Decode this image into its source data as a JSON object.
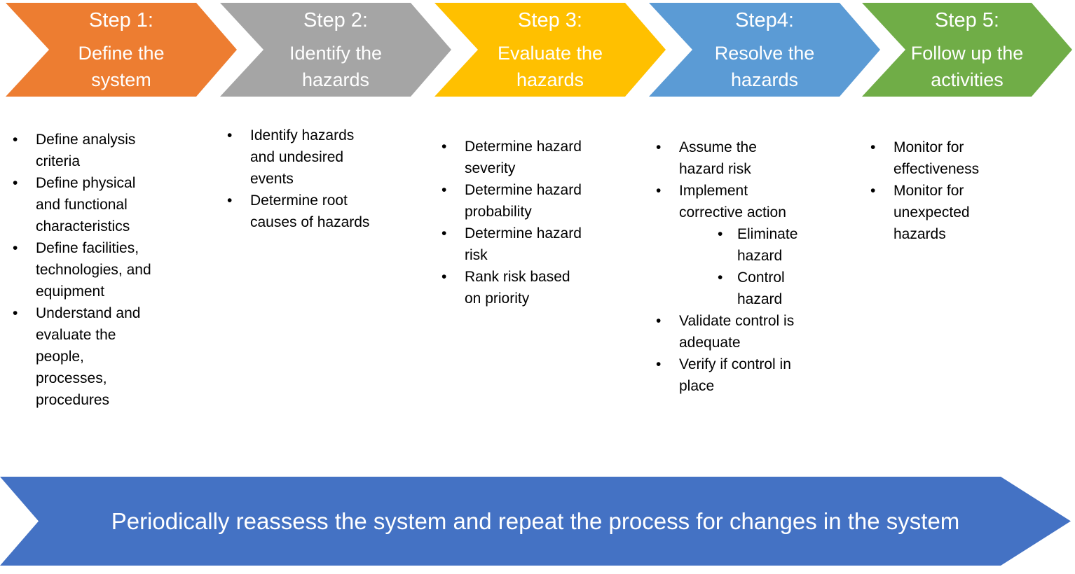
{
  "bullet_glyph": "•",
  "steps": [
    {
      "label": "Step 1:",
      "title": "Define the\nsystem",
      "color": "#ED7D31",
      "bullets": [
        {
          "level": 1,
          "text": "Define analysis\ncriteria"
        },
        {
          "level": 1,
          "text": "Define physical\nand functional\ncharacteristics"
        },
        {
          "level": 1,
          "text": "Define facilities,\ntechnologies, and\nequipment"
        },
        {
          "level": 1,
          "text": "Understand and\nevaluate the\npeople,\nprocesses,\nprocedures"
        }
      ]
    },
    {
      "label": "Step 2:",
      "title": "Identify the\nhazards",
      "color": "#A5A5A5",
      "bullets": [
        {
          "level": 1,
          "text": "Identify hazards\nand undesired\nevents"
        },
        {
          "level": 1,
          "text": "Determine root\ncauses of hazards"
        }
      ]
    },
    {
      "label": "Step 3:",
      "title": "Evaluate the\nhazards",
      "color": "#FFC000",
      "bullets": [
        {
          "level": 1,
          "text": "Determine hazard\nseverity"
        },
        {
          "level": 1,
          "text": "Determine hazard\nprobability"
        },
        {
          "level": 1,
          "text": "Determine hazard\nrisk"
        },
        {
          "level": 1,
          "text": "Rank risk based\non priority"
        }
      ]
    },
    {
      "label": "Step4:",
      "title": "Resolve the\nhazards",
      "color": "#5B9BD5",
      "bullets": [
        {
          "level": 1,
          "text": "Assume the\nhazard risk"
        },
        {
          "level": 1,
          "text": "Implement\ncorrective action"
        },
        {
          "level": 2,
          "text": "Eliminate\nhazard"
        },
        {
          "level": 2,
          "text": "Control\nhazard"
        },
        {
          "level": 1,
          "text": "Validate control is\nadequate"
        },
        {
          "level": 1,
          "text": "Verify if control in\nplace"
        }
      ]
    },
    {
      "label": "Step 5:",
      "title": "Follow up the\nactivities",
      "color": "#70AD47",
      "bullets": [
        {
          "level": 1,
          "text": "Monitor for\neffectiveness"
        },
        {
          "level": 1,
          "text": "Monitor for\nunexpected\nhazards"
        }
      ]
    }
  ],
  "banner": {
    "text": "Periodically reassess the system and repeat the process for changes in the system",
    "color": "#4472C4"
  }
}
